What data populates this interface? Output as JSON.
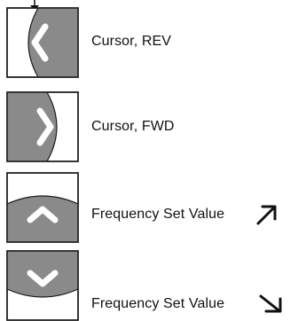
{
  "items": [
    {
      "key": "cursor-rev",
      "label": "Cursor, REV",
      "icon": "chevron-left-icon"
    },
    {
      "key": "cursor-fwd",
      "label": "Cursor, FWD",
      "icon": "chevron-right-icon"
    },
    {
      "key": "freq-up",
      "label": "Frequency Set Value",
      "icon": "chevron-up-icon",
      "trend_icon": "arrow-up-right-icon"
    },
    {
      "key": "freq-down",
      "label": "Frequency Set Value",
      "icon": "chevron-down-icon",
      "trend_icon": "arrow-down-right-icon"
    }
  ],
  "colors": {
    "key_fill": "#8a8a8a",
    "key_border": "#1a1a1a",
    "chevron": "#ffffff"
  }
}
